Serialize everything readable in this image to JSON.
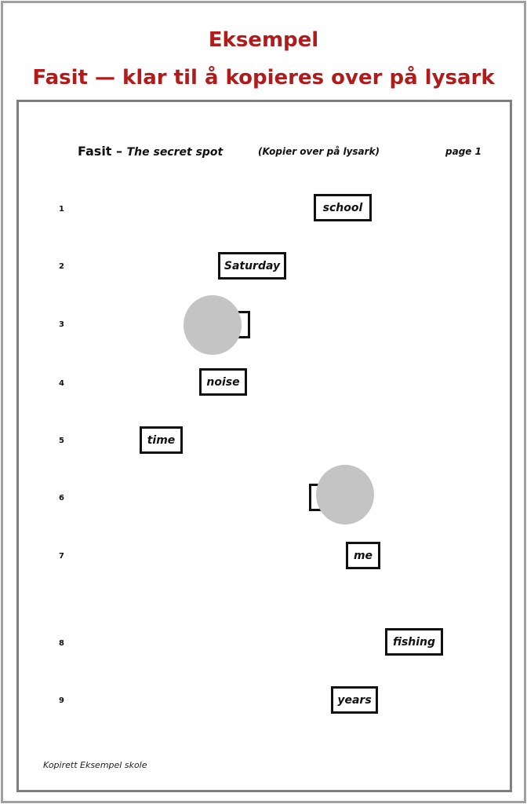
{
  "heading": {
    "line1": "Eksempel",
    "line2": "Fasit — klar til å kopieres over på lysark"
  },
  "sheet": {
    "title": "Fasit –",
    "subtitle": "The secret spot",
    "instruction": "(Kopier over på lysark)",
    "page": "page 1",
    "footer": "Kopirett Eksempel skole"
  },
  "rows": [
    {
      "number": "1",
      "answer": "school"
    },
    {
      "number": "2",
      "answer": "Saturday"
    },
    {
      "number": "3",
      "answer": ""
    },
    {
      "number": "4",
      "answer": "noise"
    },
    {
      "number": "5",
      "answer": "time"
    },
    {
      "number": "6",
      "answer": ""
    },
    {
      "number": "7",
      "answer": "me"
    },
    {
      "number": "8",
      "answer": "fishing"
    },
    {
      "number": "9",
      "answer": "years"
    }
  ],
  "colors": {
    "heading": "#b01c1c",
    "frame": "#a0a0a0",
    "mask": "#c4c4c4"
  }
}
